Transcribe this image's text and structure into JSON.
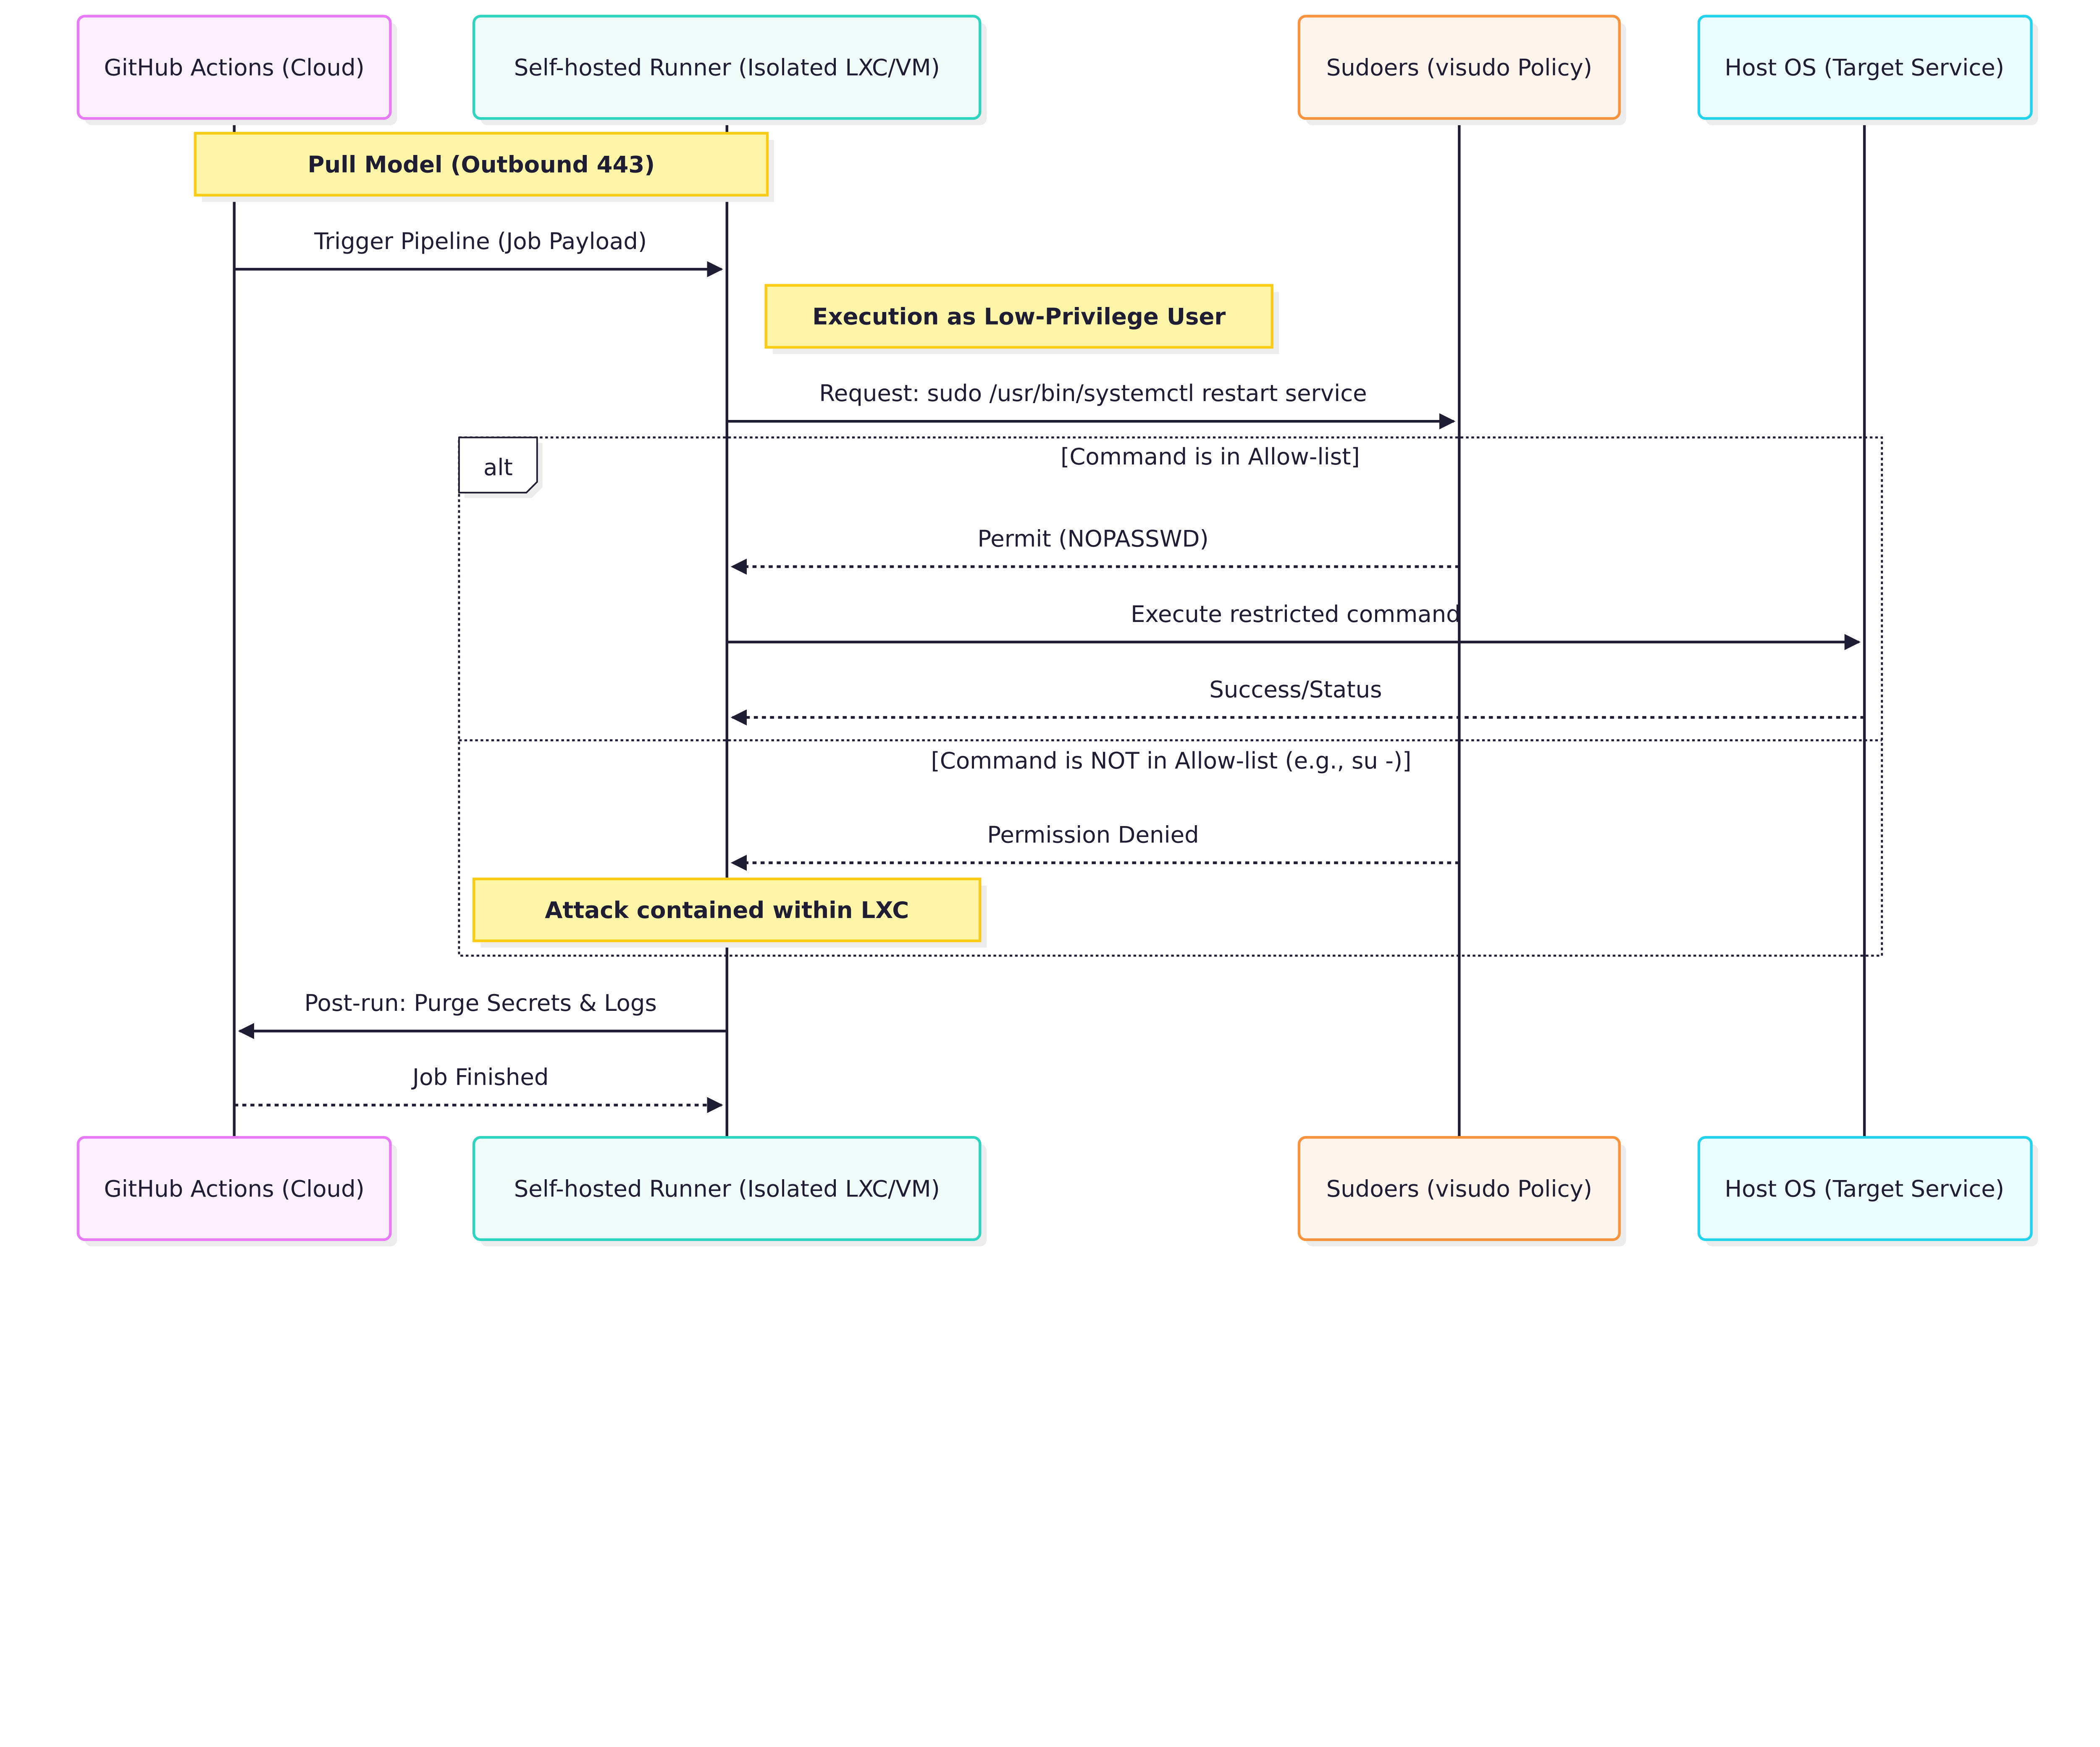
{
  "actors": [
    {
      "id": "gh",
      "label": "GitHub Actions (Cloud)",
      "stroke": "#e879f9",
      "fill": "#fdf0fe"
    },
    {
      "id": "runner",
      "label": "Self-hosted Runner (Isolated LXC/VM)",
      "stroke": "#2dd4bf",
      "fill": "#effcf9"
    },
    {
      "id": "sudo",
      "label": "Sudoers (visudo Policy)",
      "stroke": "#fb923c",
      "fill": "#fff5ec"
    },
    {
      "id": "host",
      "label": "Host OS (Target Service)",
      "stroke": "#22d3ee",
      "fill": "#ecfdff"
    }
  ],
  "notes": [
    {
      "text": "Pull Model (Outbound 443)",
      "over": [
        "gh",
        "runner"
      ]
    },
    {
      "text": "Execution as Low-Privilege User",
      "right_of": "runner"
    },
    {
      "text": "Attack contained within LXC",
      "over": [
        "runner"
      ]
    }
  ],
  "messages": [
    {
      "from": "gh",
      "to": "runner",
      "text": "Trigger Pipeline (Job Payload)",
      "style": "solid"
    },
    {
      "from": "runner",
      "to": "sudo",
      "text": "Request: sudo /usr/bin/systemctl restart service",
      "style": "solid"
    },
    {
      "from": "sudo",
      "to": "runner",
      "text": "Permit (NOPASSWD)",
      "style": "dashed"
    },
    {
      "from": "runner",
      "to": "host",
      "text": "Execute restricted command",
      "style": "solid"
    },
    {
      "from": "host",
      "to": "runner",
      "text": "Success/Status",
      "style": "dashed"
    },
    {
      "from": "sudo",
      "to": "runner",
      "text": "Permission Denied",
      "style": "dashed"
    },
    {
      "from": "runner",
      "to": "gh",
      "text": "Post-run: Purge Secrets & Logs",
      "style": "solid"
    },
    {
      "from": "gh",
      "to": "runner",
      "text": "Job Finished",
      "style": "dashed"
    }
  ],
  "alt": {
    "label": "alt",
    "guards": [
      "[Command is in Allow-list]",
      "[Command is NOT in Allow-list (e.g., su -)]"
    ]
  },
  "colors": {
    "line": "#1f1d33",
    "note_fill": "#fef5a8",
    "note_stroke": "#facc15",
    "shadow": "#ececec"
  }
}
